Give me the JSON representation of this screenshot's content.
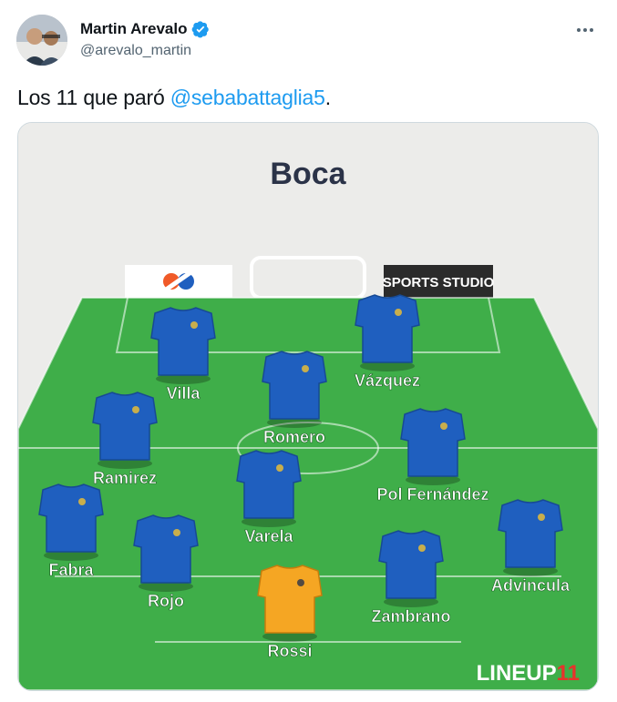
{
  "author": {
    "name": "Martin Arevalo",
    "handle": "@arevalo_martin",
    "verified": true
  },
  "tweet": {
    "text": "Los 11 que paró ",
    "mention": "@sebabattaglia5",
    "end": "."
  },
  "lineup": {
    "team": "Boca",
    "sponsor_label": "SPORTS STUDIO",
    "brand": "LINEUP",
    "brand_number": "11",
    "players": [
      {
        "name": "Villa",
        "kit": "outfield"
      },
      {
        "name": "Vázquez",
        "kit": "outfield"
      },
      {
        "name": "Romero",
        "kit": "outfield"
      },
      {
        "name": "Ramirez",
        "kit": "outfield"
      },
      {
        "name": "Pol Fernández",
        "kit": "outfield"
      },
      {
        "name": "Varela",
        "kit": "outfield"
      },
      {
        "name": "Fabra",
        "kit": "outfield"
      },
      {
        "name": "Rojo",
        "kit": "outfield"
      },
      {
        "name": "Advincula",
        "kit": "outfield"
      },
      {
        "name": "Zambrano",
        "kit": "outfield"
      },
      {
        "name": "Rossi",
        "kit": "goalkeeper"
      }
    ]
  },
  "colors": {
    "mention": "#1d9bf0",
    "pitch": "#3fae49",
    "kit_outfield": "#1f5fbf",
    "kit_goalkeeper": "#f5a623"
  },
  "icons": {
    "verified": "verified-badge-icon",
    "more": "more-options-icon",
    "sponsor_logo": "ss-logo-icon"
  }
}
